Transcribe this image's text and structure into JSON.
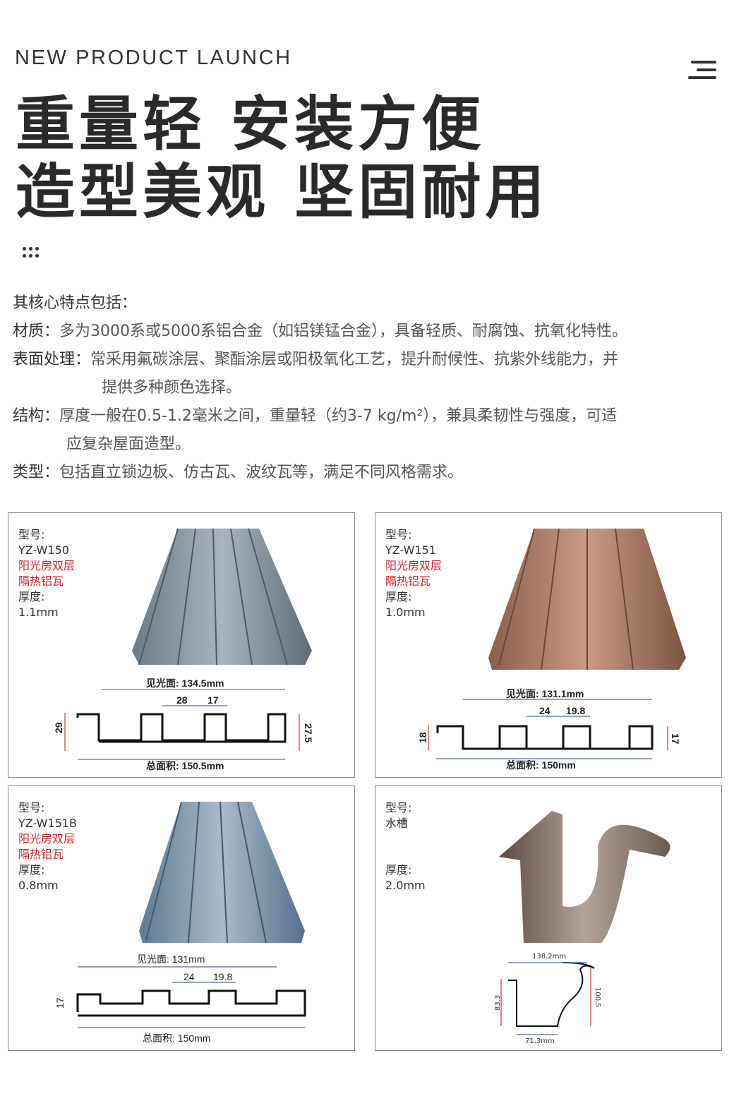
{
  "header": {
    "eyebrow": "NEW PRODUCT LAUNCH",
    "headline_line1": "重量轻 安装方便",
    "headline_line2": "造型美观 坚固耐用"
  },
  "features": {
    "intro": "其核心特点包括：",
    "items": [
      {
        "key": "材质：",
        "text": "多为3000系或5000系铝合金（如铝镁锰合金），具备轻质、耐腐蚀、抗氧化特性。"
      },
      {
        "key": "表面处理：",
        "text": "常采用氟碳涂层、聚酯涂层或阳极氧化工艺，提升耐候性、抗紫外线能力，并",
        "cont": "提供多种颜色选择。"
      },
      {
        "key": "结构：",
        "text": "厚度一般在0.5-1.2毫米之间，重量轻（约3-7 kg/m²），兼具柔韧性与强度，可适",
        "cont": "应复杂屋面造型。"
      },
      {
        "key": "类型：",
        "text": "包括直立锁边板、仿古瓦、波纹瓦等，满足不同风格需求。"
      }
    ]
  },
  "products": [
    {
      "model_label": "型号:",
      "model": "YZ-W150",
      "desc1": "阳光房双层",
      "desc2": "隔热铝瓦",
      "thickness_label": "厚度:",
      "thickness": "1.1mm",
      "dims": {
        "visible": "见光面: 134.5mm",
        "a": "28",
        "b": "17",
        "left_h": "29",
        "right_h": "27.5",
        "total": "总面积: 150.5mm"
      },
      "color": "#7d8a96"
    },
    {
      "model_label": "型号:",
      "model": "YZ-W151",
      "desc1": "阳光房双层",
      "desc2": "隔热铝瓦",
      "thickness_label": "厚度:",
      "thickness": "1.0mm",
      "dims": {
        "visible": "见光面: 131.1mm",
        "a": "24",
        "b": "19.8",
        "left_h": "18",
        "right_h": "17",
        "total": "总面积: 150mm"
      },
      "color": "#a9806b"
    },
    {
      "model_label": "型号:",
      "model": "YZ-W151B",
      "desc1": "阳光房双层",
      "desc2": "隔热铝瓦",
      "thickness_label": "厚度:",
      "thickness": "0.8mm",
      "dims": {
        "visible": "见光面: 131mm",
        "a": "24",
        "b": "19.8",
        "left_h": "17",
        "total": "总面积: 150mm"
      },
      "color": "#7a93a8"
    },
    {
      "model_label": "型号:",
      "model": "水槽",
      "thickness_label": "厚度:",
      "thickness": "2.0mm",
      "dims": {
        "top": "138.2mm",
        "left_h": "83.3",
        "right_h": "100.5",
        "bottom": "71.3mm"
      },
      "color": "#8a7a72"
    }
  ]
}
